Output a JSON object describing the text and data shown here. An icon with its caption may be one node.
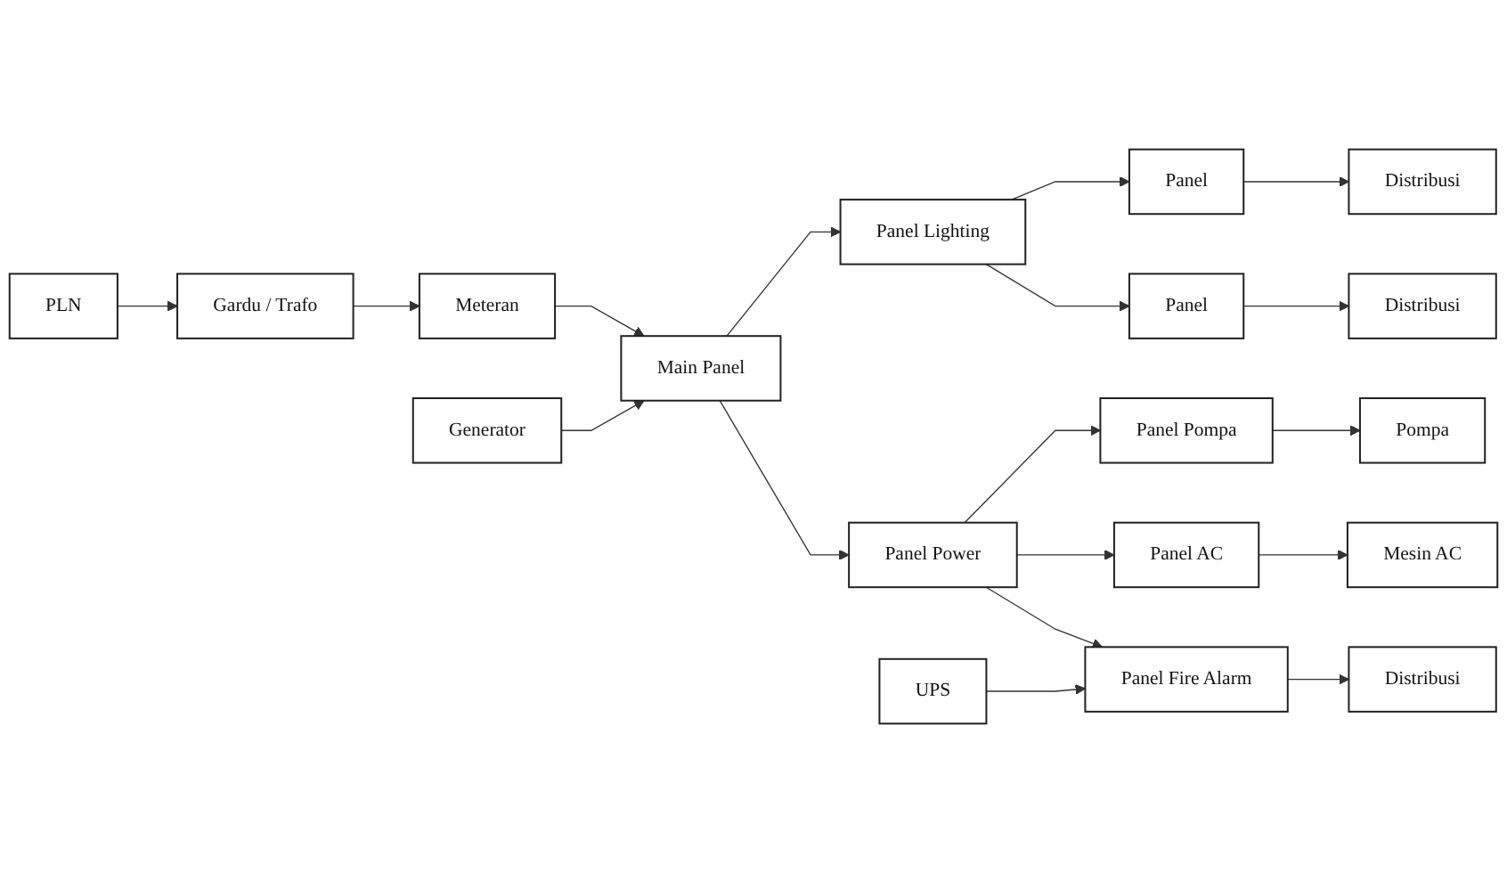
{
  "diagram": {
    "nodes": [
      {
        "text": [
          "PLN"
        ]
      },
      {
        "text": [
          "Gardu / Trafo"
        ]
      },
      {
        "text": [
          "Meteran"
        ]
      },
      {
        "text": [
          "Main Panel"
        ]
      },
      {
        "text": [
          "Generator"
        ]
      },
      {
        "text": [
          "Panel Lighting"
        ]
      },
      {
        "text": [
          "Panel"
        ]
      },
      {
        "text": [
          "Distribusi"
        ]
      },
      {
        "text": [
          "Panel"
        ]
      },
      {
        "text": [
          "Distribusi"
        ]
      },
      {
        "text": [
          "Panel Power"
        ]
      },
      {
        "text": [
          "Panel Pompa"
        ]
      },
      {
        "text": [
          "Pompa"
        ]
      },
      {
        "text": [
          "Panel AC"
        ]
      },
      {
        "text": [
          "Mesin AC"
        ]
      },
      {
        "text": [
          "UPS"
        ]
      },
      {
        "text": [
          "Panel Fire Alarm"
        ]
      },
      {
        "text": [
          "Distribusi"
        ]
      }
    ],
    "edges": [
      {
        "from": 0,
        "to": 1,
        "arrow": "to"
      },
      {
        "from": 1,
        "to": 2,
        "arrow": "to"
      },
      {
        "from": 2,
        "to": 3,
        "arrow": "to"
      },
      {
        "from": 4,
        "to": 3,
        "arrow": "to"
      },
      {
        "from": 3,
        "to": 5,
        "arrow": "to"
      },
      {
        "from": 3,
        "to": 10,
        "arrow": "to"
      },
      {
        "from": 5,
        "to": 6,
        "arrow": "to"
      },
      {
        "from": 5,
        "to": 8,
        "arrow": "to"
      },
      {
        "from": 6,
        "to": 7,
        "arrow": "to"
      },
      {
        "from": 8,
        "to": 9,
        "arrow": "to"
      },
      {
        "from": 10,
        "to": 11,
        "arrow": "to"
      },
      {
        "from": 10,
        "to": 13,
        "arrow": "to"
      },
      {
        "from": 10,
        "to": 16,
        "arrow": "to"
      },
      {
        "from": 15,
        "to": 16,
        "arrow": "to"
      },
      {
        "from": 11,
        "to": 12,
        "arrow": "to"
      },
      {
        "from": 13,
        "to": 14,
        "arrow": "to"
      },
      {
        "from": 16,
        "to": 17,
        "arrow": "to"
      }
    ]
  }
}
